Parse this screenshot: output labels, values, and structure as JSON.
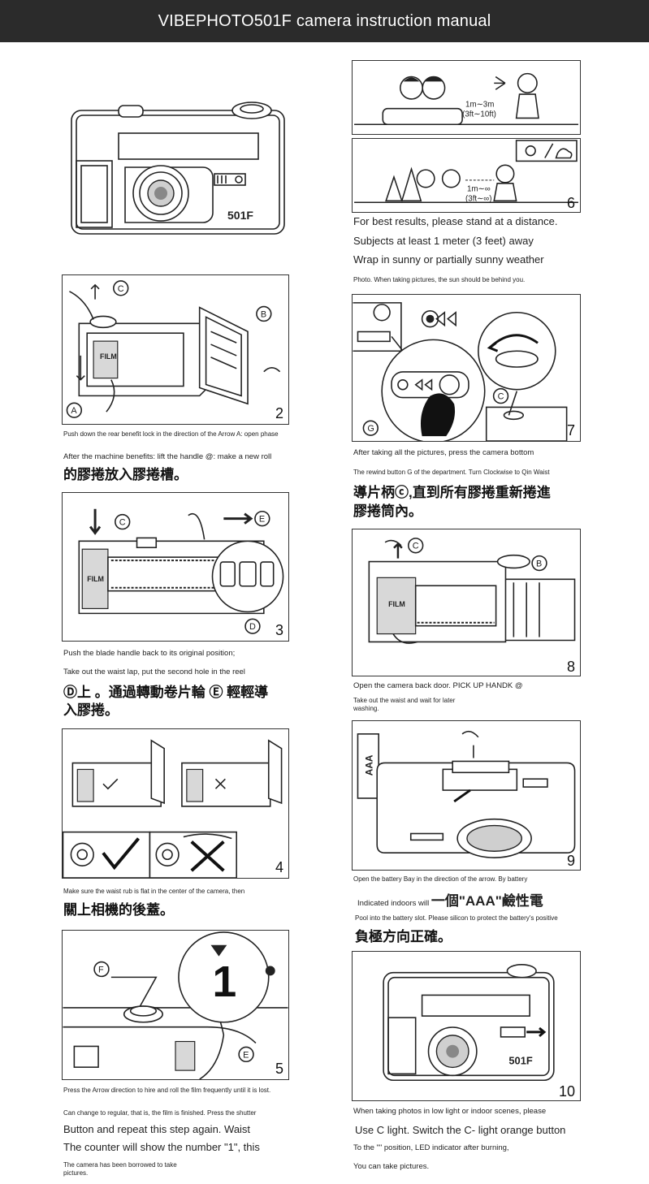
{
  "header": {
    "title": "VIBEPHOTO501F camera instruction manual"
  },
  "camera_model_label": "501F",
  "steps": {
    "s6": {
      "number": "6",
      "distance_near": "1m∼3m",
      "distance_near_ft": "(3ft∼10ft)",
      "distance_far": "1m∼∞",
      "distance_far_ft": "(3ft∼∞)",
      "line1": "For best results, please stand at a distance.",
      "line2": "Subjects at least 1 meter (3 feet) away",
      "line3": "Wrap in sunny or partially sunny weather",
      "line4": "Photo. When taking pictures, the sun should be behind you."
    },
    "s2": {
      "number": "2",
      "label_c": "C",
      "label_b": "B",
      "label_a": "A",
      "film": "FILM",
      "line1": "Push down the rear benefit lock in the direction of the Arrow A: open phase",
      "line2": "After the machine benefits: lift the handle @: make a new roll",
      "line3": "的膠捲放入膠捲槽。"
    },
    "s7": {
      "number": "7",
      "label_c": "C",
      "label_g": "G",
      "line1": "After taking all the pictures, press the camera bottom",
      "line2": "The rewind button G of the department. Turn Clockwise to Qin Waist",
      "line3": "導片柄ⓒ,直到所有膠捲重新捲進",
      "line4": "膠捲筒內。"
    },
    "s3": {
      "number": "3",
      "label_c": "C",
      "label_e": "E",
      "label_d": "D",
      "film": "FILM",
      "line1": "Push the blade handle back to its original position;",
      "line2": "Take out the waist lap, put the second hole in the reel",
      "line3": "Ⓓ上 。通過轉動卷片輪 Ⓔ 輕輕導",
      "line4": "入膠捲。"
    },
    "s8": {
      "number": "8",
      "label_c": "C",
      "label_b": "B",
      "film": "FILM",
      "line1": "Open the camera back door. PICK UP HANDK @",
      "line2": "Take out the waist and wait for later",
      "line3": "washing."
    },
    "s4": {
      "number": "4",
      "line1": "Make sure the waist rub is flat in the center of the camera, then",
      "line2": "關上相機的後蓋。"
    },
    "s9": {
      "number": "9",
      "battery": "AAA",
      "line1": "Open the battery Bay in the direction of the arrow. By battery",
      "line2_en": "Indicated indoors will",
      "line2_cjk": "一個\"AAA\"鹼性電",
      "line3": "Pool into the battery slot. Please silicon to protect the battery's positive",
      "line4": "負極方向正確。"
    },
    "s5": {
      "number": "5",
      "label_f": "F",
      "label_e": "E",
      "counter": "1",
      "line1": "Press the Arrow direction to hire and roll the film frequently until it is lost.",
      "line2": "Can change to regular, that is, the film is finished. Press the shutter",
      "line3": "Button and repeat this step again. Waist",
      "line4": "The counter will show the number \"1\", this",
      "line5": "The camera has been borrowed to take",
      "line6": "pictures."
    },
    "s10": {
      "number": "10",
      "line1": "When taking photos in low light or indoor scenes, please",
      "line2": "Use C light. Switch the C- light orange button",
      "line3": "To the \"\" position, LED indicator after burning,",
      "line4": "You can take pictures."
    }
  }
}
